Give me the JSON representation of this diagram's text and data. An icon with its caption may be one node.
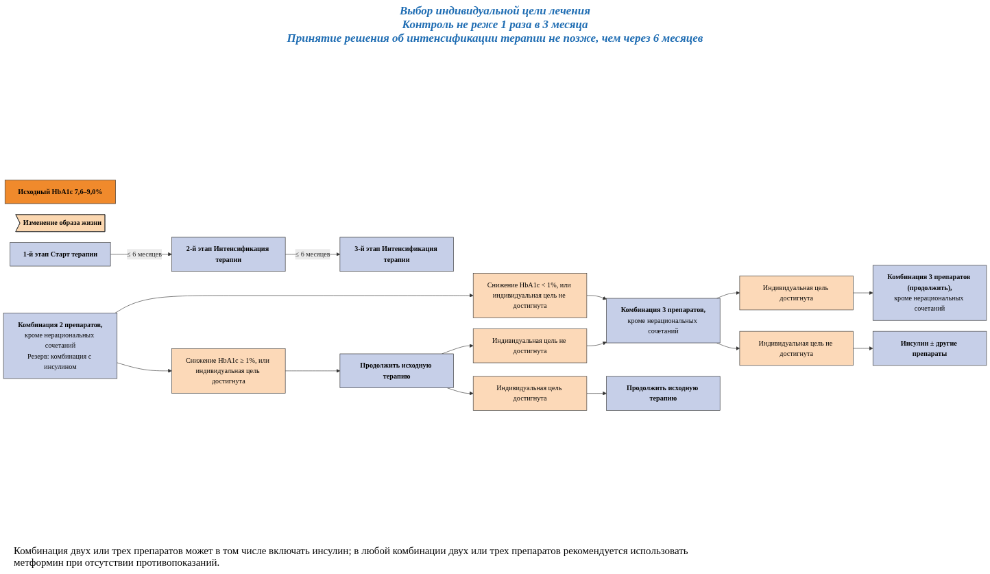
{
  "diagram": {
    "nodes": [
      {
        "text": [
          "Исходный HbA1c 7,6–9,0%"
        ]
      },
      {
        "text": [
          "Изменение образа жизни"
        ]
      },
      {
        "text": [
          "1-й этап Старт терапии"
        ]
      },
      {
        "text": [
          "2-й этап Интенсификация терапии"
        ]
      },
      {
        "text": [
          "3-й этап Интенсификация терапии"
        ]
      },
      {
        "text": [
          "Комбинация 2 препаратов,",
          "кроме нерациональных сочетаний",
          "Резерв: комбинация с инсулином"
        ]
      },
      {
        "text": [
          "Снижение HbA1c ≥ 1%, или индивидуальная цель достигнута"
        ]
      },
      {
        "text": [
          "Снижение HbA1c < 1%, или индивидуальная цель не достигнута"
        ]
      },
      {
        "text": [
          "Продолжить исходную терапию"
        ]
      },
      {
        "text": [
          "Индивидуальная цель не достигнута"
        ]
      },
      {
        "text": [
          "Комбинация 3 препаратов,",
          "кроме нерациональных сочетаний"
        ]
      },
      {
        "text": [
          "Индивидуальная цель достигнута"
        ]
      },
      {
        "text": [
          "Индивидуальная цель достигнута"
        ]
      },
      {
        "text": [
          "Индивидуальная цель не достигнута"
        ]
      },
      {
        "text": [
          "Продолжить исходную терапию"
        ]
      },
      {
        "text": [
          "Комбинация 3 препаратов (продолжить),",
          "кроме нерациональных сочетаний"
        ]
      },
      {
        "text": [
          "Инсулин ± другие препараты"
        ]
      }
    ],
    "edges": [
      {
        "from": 2,
        "to": 3,
        "arrow": "to",
        "label": "≤ 6 месяцев"
      },
      {
        "from": 3,
        "to": 4,
        "arrow": "to",
        "label": "≤ 6 месяцев"
      },
      {
        "from": 5,
        "to": 6,
        "arrow": "to"
      },
      {
        "from": 5,
        "to": 7,
        "arrow": "to"
      },
      {
        "from": 6,
        "to": 8,
        "arrow": "to"
      },
      {
        "from": 7,
        "to": 10,
        "arrow": "to"
      },
      {
        "from": 8,
        "to": 9,
        "arrow": "to"
      },
      {
        "from": 9,
        "to": 10,
        "arrow": "to"
      },
      {
        "from": 8,
        "to": 11,
        "arrow": "to"
      },
      {
        "from": 10,
        "to": 12,
        "arrow": "to"
      },
      {
        "from": 10,
        "to": 13,
        "arrow": "to"
      },
      {
        "from": 11,
        "to": 14,
        "arrow": "to"
      },
      {
        "from": 12,
        "to": 15,
        "arrow": "to"
      },
      {
        "from": 13,
        "to": 16,
        "arrow": "to"
      }
    ],
    "labels": [
      "Выбор индивидуальной цели лечения",
      "Контроль не реже 1 раза в 3 месяца",
      "Принятие решения об интенсификации терапии не позже, чем через 6 месяцев",
      "Комбинация двух или трех препаратов может в том числе включать инсулин; в любой комбинации двух или трех препаратов рекомендуется использовать метформин при отсутствии противопоказаний."
    ]
  }
}
